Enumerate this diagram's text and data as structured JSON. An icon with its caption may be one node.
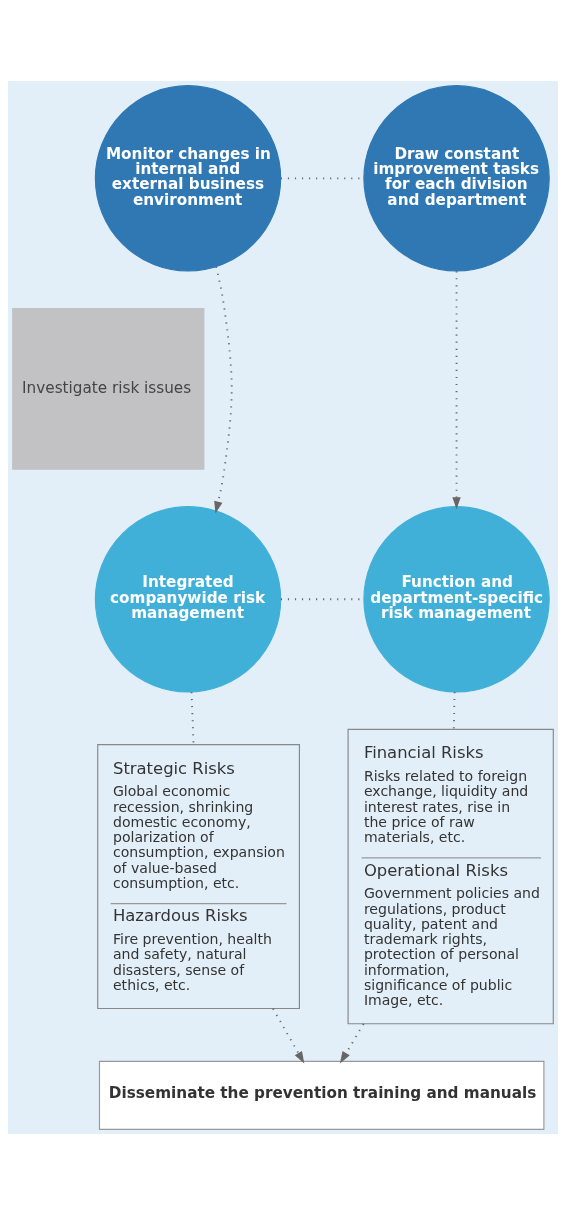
{
  "diagram": {
    "nodes": [
      {
        "text": [
          "Monitor changes in internal and external business environment"
        ]
      },
      {
        "text": [
          "Draw constant improvement tasks for each division and department"
        ]
      },
      {
        "text": [
          "Investigate risk issues"
        ]
      },
      {
        "text": [
          "Integrated companywide risk management"
        ]
      },
      {
        "text": [
          "Function and department-specific risk management"
        ]
      },
      {
        "text": [
          "Strategic Risks",
          "Global economic recession, shrinking domestic economy, polarization of consumption, expansion of value-based consumption, etc.",
          "Hazardous Risks",
          "Fire prevention, health and safety, natural disasters, sense of ethics, etc."
        ]
      },
      {
        "text": [
          "Financial Risks",
          "Risks related to foreign exchange, liquidity and interest rates, rise in the price of raw materials, etc.",
          "Operational Risks",
          "Government policies and regulations, product quality, patent and trademark rights, protection of personal information, significance of public Image, etc."
        ]
      },
      {
        "text": [
          "Disseminate the prevention training and manuals"
        ]
      }
    ],
    "edges": [
      {
        "from": 0,
        "to": 1,
        "arrow": "none",
        "style": "dashed"
      },
      {
        "from": 0,
        "to": 3,
        "arrow": "to",
        "style": "dashed"
      },
      {
        "from": 1,
        "to": 4,
        "arrow": "to",
        "style": "dashed"
      },
      {
        "from": 3,
        "to": 4,
        "arrow": "none",
        "style": "dashed"
      },
      {
        "from": 3,
        "to": 5,
        "arrow": "none",
        "style": "dashed"
      },
      {
        "from": 4,
        "to": 6,
        "arrow": "none",
        "style": "dashed"
      },
      {
        "from": 5,
        "to": 7,
        "arrow": "to",
        "style": "dashed"
      },
      {
        "from": 6,
        "to": 7,
        "arrow": "to",
        "style": "dashed"
      }
    ]
  }
}
